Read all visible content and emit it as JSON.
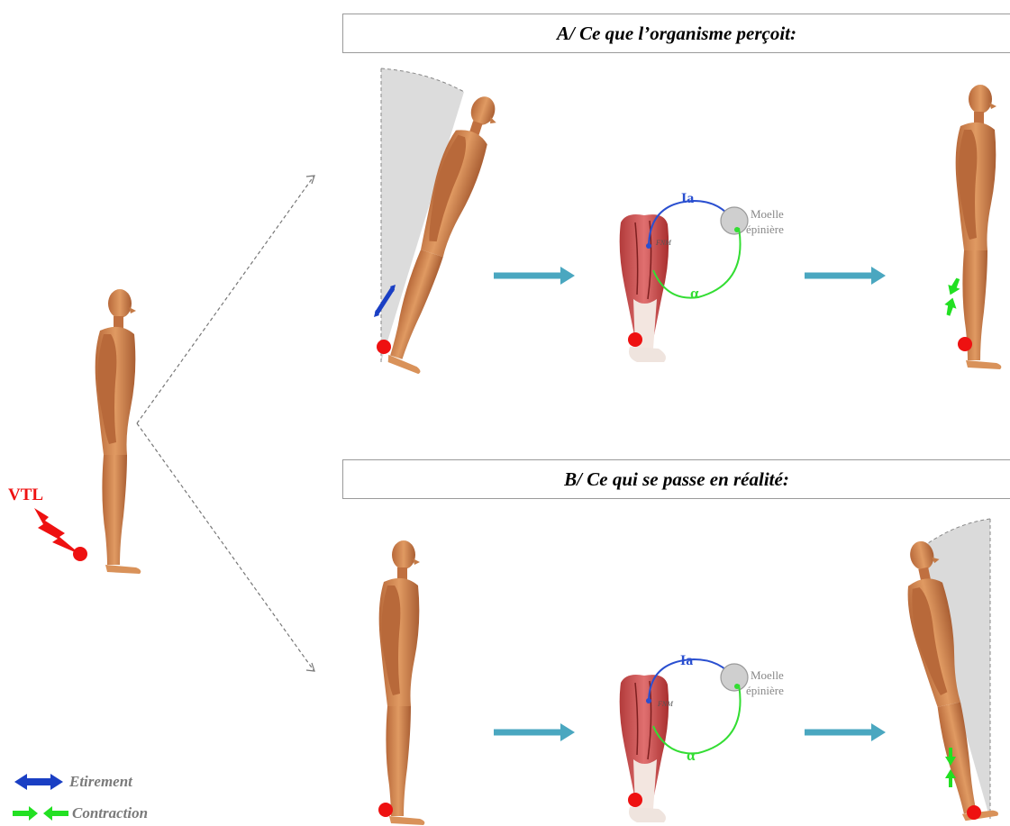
{
  "panels": {
    "a_title": "A/ Ce que l’organisme perçoit:",
    "b_title": "B/ Ce qui se passe en réalité:"
  },
  "stimulus_label": "VTL",
  "reflex": {
    "afferent": "Ia",
    "efferent": "α",
    "receptor": "FNM",
    "spinal_line1": "Moelle",
    "spinal_line2": "épinière"
  },
  "legend": {
    "stretch": "Etirement",
    "contraction": "Contraction"
  },
  "colors": {
    "stretch": "#1a3fc4",
    "contraction": "#22e022",
    "stimulus": "#ee1111",
    "flow_arrow": "#4aa7c0",
    "afferent_fiber": "#2a4fd0",
    "efferent_fiber": "#33dd33",
    "body": "#d98a52",
    "lean_area": "#d6d6d6"
  }
}
